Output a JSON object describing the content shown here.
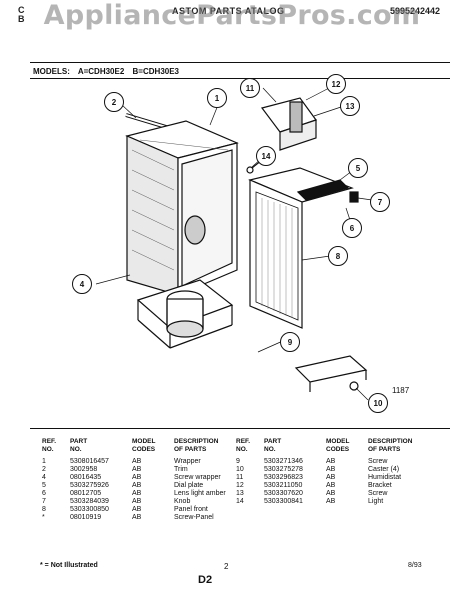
{
  "header": {
    "left_line1": "C",
    "left_line2": "B",
    "center": "ASTOM PARTS ATALOG",
    "right": "5995242442"
  },
  "watermark": "AppliancePartsPros.com",
  "models": {
    "label": "MODELS:",
    "model_a": "A=CDH30E2",
    "model_b": "B=CDH30E3"
  },
  "diagram": {
    "callouts": [
      "1",
      "2",
      "4",
      "5",
      "6",
      "7",
      "8",
      "9",
      "10",
      "11",
      "12",
      "13",
      "14"
    ],
    "drawing_code": "1187",
    "parts_shown": [
      "wrapper",
      "trim",
      "screw-wrapper",
      "dial-plate",
      "lens-light-amber",
      "knob",
      "panel-front",
      "compressor",
      "casters"
    ]
  },
  "table_headers": {
    "ref": "REF.\nNO.",
    "part": "PART\nNO.",
    "model": "MODEL\nCODES",
    "desc": "DESCRIPTION\nOF PARTS"
  },
  "parts_left": [
    {
      "ref": "1",
      "part": "5308016457",
      "codes": "AB",
      "desc": "Wrapper"
    },
    {
      "ref": "2",
      "part": "3002958",
      "codes": "AB",
      "desc": "Trim"
    },
    {
      "ref": "4",
      "part": "08016435",
      "codes": "AB",
      "desc": "Screw wrapper"
    },
    {
      "ref": "5",
      "part": "5303275926",
      "codes": "AB",
      "desc": "Dial plate"
    },
    {
      "ref": "6",
      "part": "08012705",
      "codes": "AB",
      "desc": "Lens light amber"
    },
    {
      "ref": "7",
      "part": "5303284039",
      "codes": "AB",
      "desc": "Knob"
    },
    {
      "ref": "8",
      "part": "5303300850",
      "codes": "AB",
      "desc": "Panel front"
    },
    {
      "ref": "*",
      "part": "08010919",
      "codes": "AB",
      "desc": "Screw-Panel"
    }
  ],
  "parts_right": [
    {
      "ref": "9",
      "part": "5303271346",
      "codes": "AB",
      "desc": "Screw"
    },
    {
      "ref": "10",
      "part": "5303275278",
      "codes": "AB",
      "desc": "Caster (4)"
    },
    {
      "ref": "11",
      "part": "5303296823",
      "codes": "AB",
      "desc": "Humidistat"
    },
    {
      "ref": "12",
      "part": "5303211050",
      "codes": "AB",
      "desc": "Bracket"
    },
    {
      "ref": "13",
      "part": "5303307620",
      "codes": "AB",
      "desc": "Screw"
    },
    {
      "ref": "14",
      "part": "5303300841",
      "codes": "AB",
      "desc": "Light"
    }
  ],
  "footer": {
    "note": "* = Not Illustrated",
    "page": "2",
    "date": "8/93",
    "section": "D2"
  }
}
